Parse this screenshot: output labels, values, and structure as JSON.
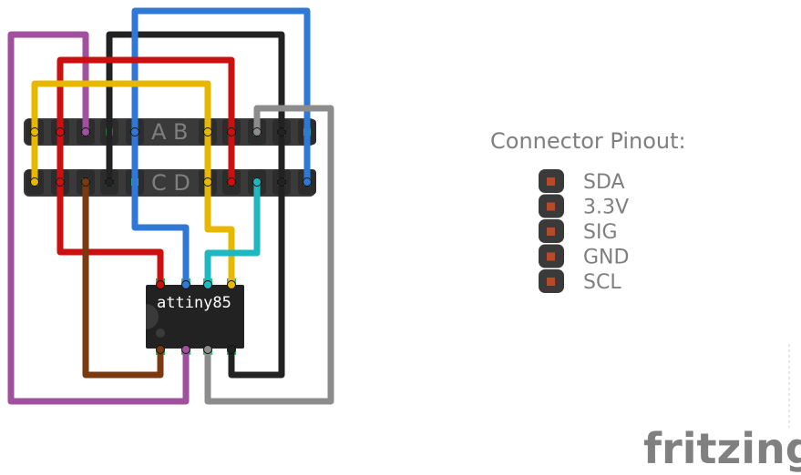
{
  "header_labels": {
    "row1": "A B",
    "row2": "C D"
  },
  "chip": {
    "label": "attiny85"
  },
  "legend": {
    "title": "Connector Pinout:",
    "pins": [
      "SDA",
      "3.3V",
      "SIG",
      "GND",
      "SCL"
    ]
  },
  "brand": "fritzing",
  "colors": {
    "purple": "#a0509e",
    "black": "#222222",
    "blue": "#2f78d6",
    "red": "#cc1010",
    "yellow": "#e8b800",
    "brown": "#7a3a10",
    "gray": "#8c8c8c",
    "cyan": "#20b8c0",
    "green": "#30c060",
    "header": "#3a3a3a",
    "pin_copper": "#b84a2a",
    "label_gray": "#7f7f7f"
  }
}
